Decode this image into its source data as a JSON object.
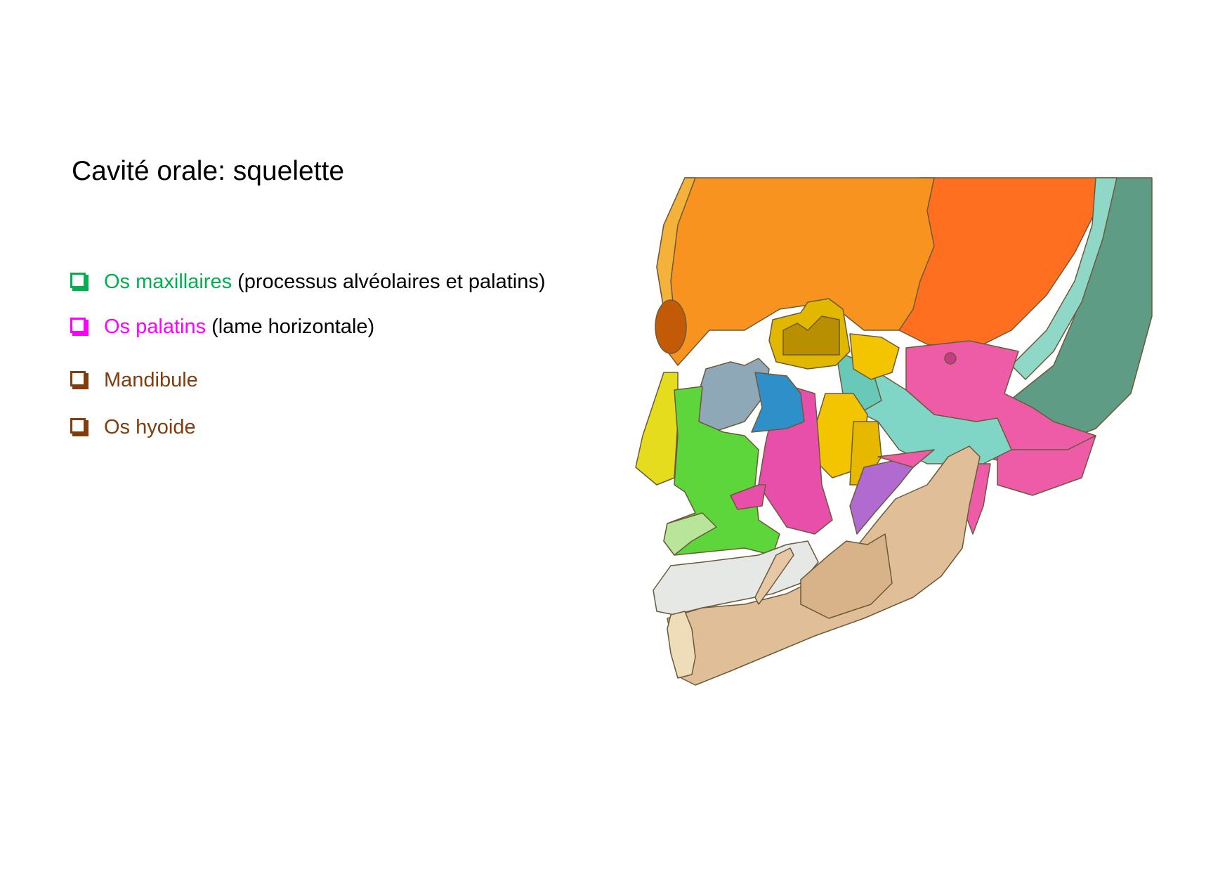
{
  "slide": {
    "title": "Cavité orale: squelette",
    "bullets": [
      {
        "term": "Os maxillaires",
        "note": "(processus alvéolaires et palatins)",
        "color": "#00B050",
        "checkbox_icon": "checkbox-square-icon"
      },
      {
        "term": "Os palatins",
        "note": "(lame horizontale)",
        "color": "#FF00FF",
        "checkbox_icon": "checkbox-square-icon"
      },
      {
        "term": "Mandibule",
        "note": "",
        "color": "#843C0C",
        "checkbox_icon": "checkbox-square-icon"
      },
      {
        "term": "Os hyoide",
        "note": "",
        "color": "#843C0C",
        "checkbox_icon": "checkbox-square-icon"
      }
    ],
    "figure": {
      "description": "Coupe sagittale colorée du crâne (vue latérale gauche) montrant les os de la cavité orale",
      "colors": {
        "frontal": "#F7931E",
        "parietal": "#FF6F1F",
        "occipital": "#5E9C86",
        "temporal": "#EE5CA8",
        "sphenoid": "#F2C500",
        "ethmoid_section": "#8FA8B8",
        "lacrimal_nasal": "#2E8FC9",
        "maxilla": "#5CD63A",
        "palatine": "#E84FAA",
        "zygomatic": "#E6DC1E",
        "mandible": "#E0BE98",
        "teeth": "#E6E8E6",
        "vomer_purple": "#B06AD0",
        "mastoid_teal": "#7FD6C6"
      }
    }
  }
}
